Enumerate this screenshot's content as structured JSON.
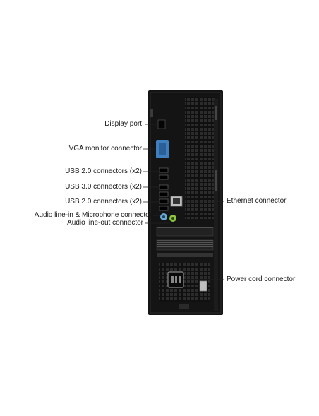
{
  "labels": {
    "display_port": "Display port",
    "vga": "VGA monitor connector",
    "usb20_top": "USB 2.0 connectors (x2)",
    "usb30": "USB 3.0 connectors (x2)",
    "usb20_bottom": "USB 2.0 connectors (x2)",
    "audio_in": "Audio line-in & Microphone connector",
    "audio_out": "Audio line-out connector",
    "ethernet": "Ethernet connector",
    "power": "Power cord connector"
  },
  "colors": {
    "chassis": "#141414",
    "vga_port": "#3f7fc0",
    "audio_in_port": "#6aa9d6",
    "audio_out_port": "#8cc63f",
    "leader_line": "#222222"
  }
}
